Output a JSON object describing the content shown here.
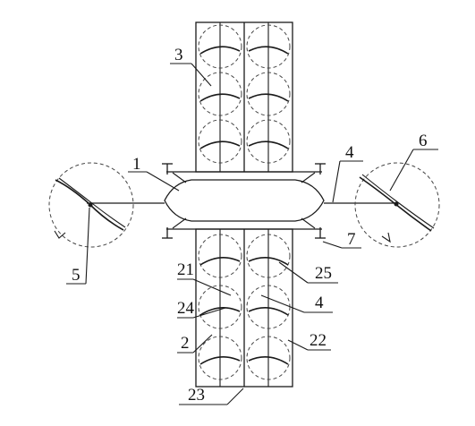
{
  "labels": {
    "l1": "1",
    "l2": "2",
    "l3": "3",
    "l4a": "4",
    "l4b": "4",
    "l5": "5",
    "l6": "6",
    "l7": "7",
    "l21": "21",
    "l22": "22",
    "l23": "23",
    "l24": "24",
    "l25": "25"
  }
}
